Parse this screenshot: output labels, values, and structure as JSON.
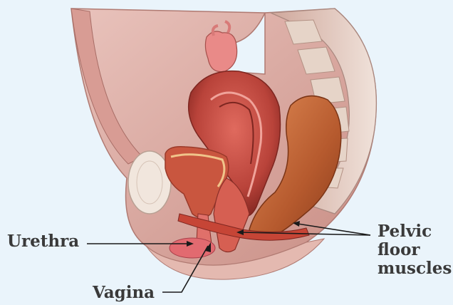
{
  "labels": {
    "urethra": "Urethra",
    "vagina": "Vagina",
    "pelvic_floor_muscles_line1": "Pelvic",
    "pelvic_floor_muscles_line2": "floor",
    "pelvic_floor_muscles_line3": "muscles"
  },
  "colors": {
    "background": "#eaf4fb",
    "tissue": "#d9a7a0",
    "tissue_dark": "#b7716a",
    "muscle": "#c94d44",
    "bone": "#efe4dc",
    "label_text": "#3a3a3a",
    "leader_line": "#1a1a1a"
  }
}
